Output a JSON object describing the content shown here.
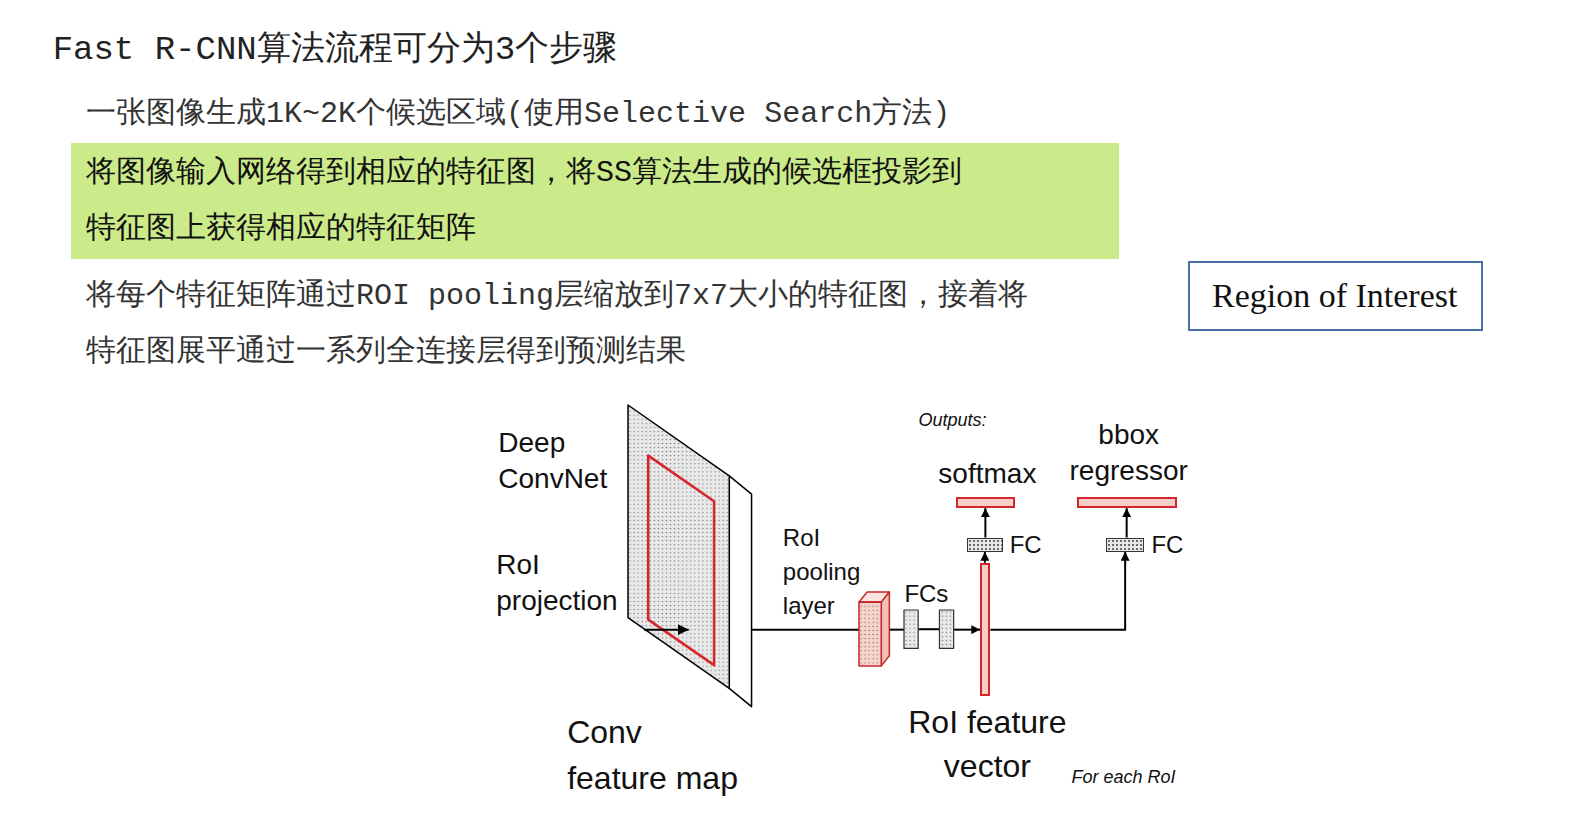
{
  "diagram": {
    "title": "Fast R-CNN算法流程可分为3个步骤",
    "nodes": [
      {
        "text": [
          "Region of Interest"
        ]
      },
      {
        "text": [
          "将图像输入网络得到相应的特征图，将SS算法生成的候选框投影到 特征图上获得相应的特征矩阵"
        ]
      },
      {
        "text": [
          "Conv feature map"
        ]
      },
      {
        "text": [
          "For each RoI"
        ]
      },
      {
        "text": [
          "RoI pooling layer"
        ],
        "in": 3
      },
      {
        "text": [
          "FCs"
        ],
        "in": 3
      },
      {
        "text": [
          "RoI feature vector"
        ],
        "in": 3
      },
      {
        "text": [
          "Outputs:"
        ],
        "in": 3
      },
      {
        "text": [
          "softmax"
        ],
        "in": 7
      },
      {
        "text": [
          "bbox regressor"
        ],
        "in": 7
      },
      {
        "text": [
          "FC"
        ],
        "in": 3
      },
      {
        "text": [
          "FC"
        ],
        "in": 3
      }
    ],
    "edges": [
      {
        "from": 2,
        "to": 4,
        "arrow": "none"
      },
      {
        "from": 4,
        "to": 5,
        "arrow": "none"
      },
      {
        "from": 5,
        "to": 6,
        "arrow": "to"
      },
      {
        "from": 6,
        "to": 10,
        "arrow": "to"
      },
      {
        "from": 10,
        "to": 8,
        "arrow": "to"
      },
      {
        "from": 6,
        "to": 11,
        "arrow": "to"
      },
      {
        "from": 11,
        "to": 9,
        "arrow": "to"
      }
    ],
    "labels": [
      "一张图像生成1K~2K个候选区域(使用Selective Search方法)",
      "将每个特征矩阵通过ROI pooling层缩放到7x7大小的特征图，接着将 特征图展平通过一系列全连接层得到预测结果",
      "Deep ConvNet",
      "RoI projection"
    ]
  }
}
